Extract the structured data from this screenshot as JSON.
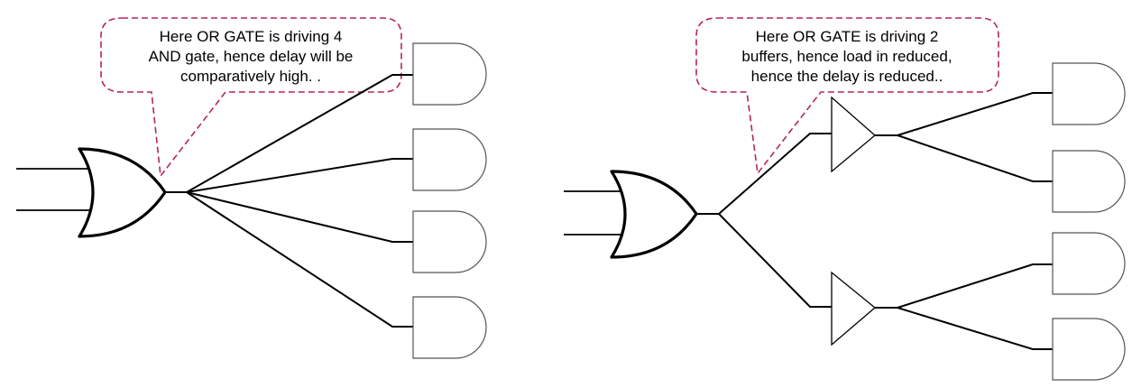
{
  "colors": {
    "callout_border": "#b5245e",
    "gate_stroke": "#000000",
    "and_gate_stroke": "#555555",
    "wire": "#000000"
  },
  "left_diagram": {
    "callout": {
      "lines": [
        "Here OR GATE is driving 4",
        "AND gate, hence delay will be",
        "comparatively high. ."
      ]
    },
    "or_gate_count": 1,
    "and_gate_count": 4
  },
  "right_diagram": {
    "callout": {
      "lines": [
        "Here OR GATE is driving 2",
        "buffers, hence load in reduced,",
        "hence the delay is reduced.."
      ]
    },
    "or_gate_count": 1,
    "buffer_count": 2,
    "and_gate_count": 4
  }
}
